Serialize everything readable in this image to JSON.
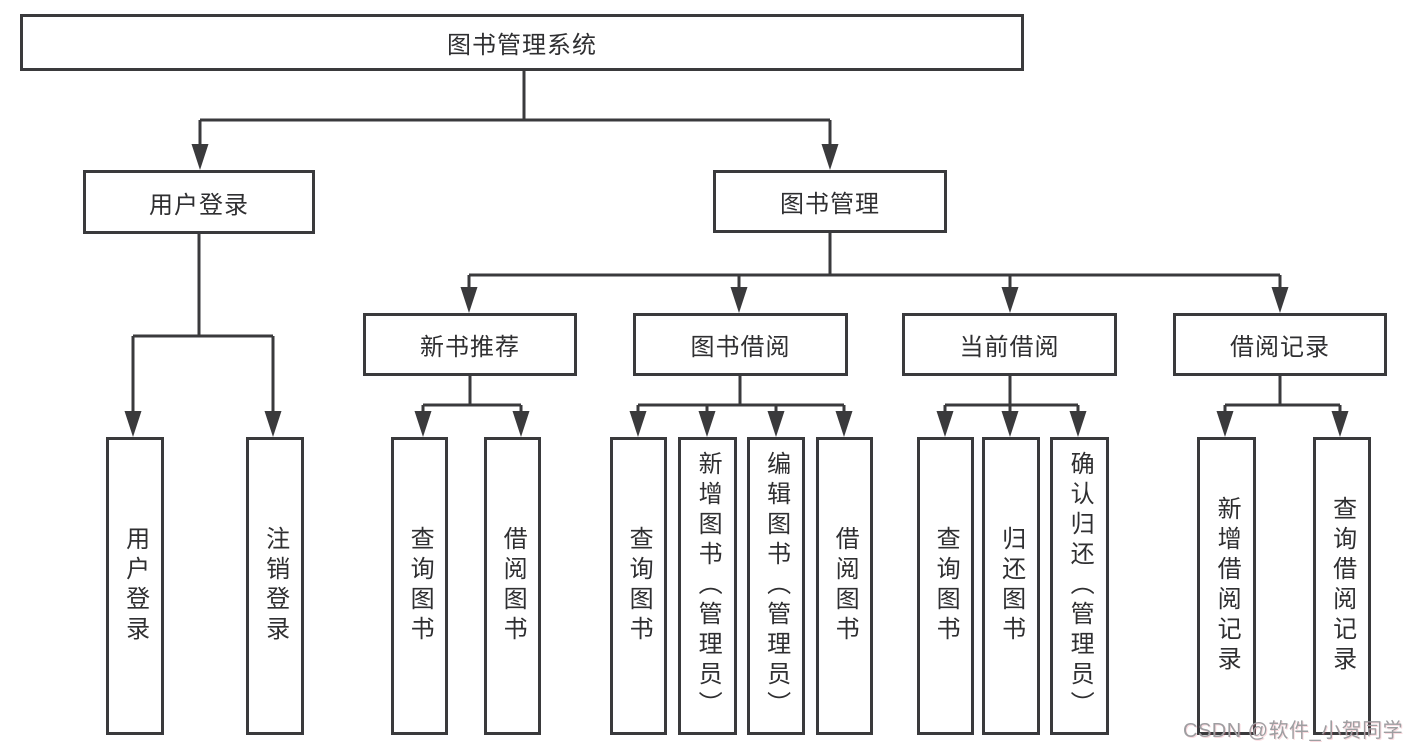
{
  "diagram": {
    "title_node": "图书管理系统",
    "level2": {
      "user_login": "用户登录",
      "book_management": "图书管理"
    },
    "level3": {
      "new_book_recommend": "新书推荐",
      "book_borrow": "图书借阅",
      "current_borrow": "当前借阅",
      "borrow_record": "借阅记录"
    },
    "leaves": {
      "user_login": [
        "用户登录",
        "注销登录"
      ],
      "new_book_recommend": [
        "查询图书",
        "借阅图书"
      ],
      "book_borrow": [
        "查询图书",
        "新增图书（管理员）",
        "编辑图书（管理员）",
        "借阅图书"
      ],
      "current_borrow": [
        "查询图书",
        "归还图书",
        "确认归还（管理员）"
      ],
      "borrow_record": [
        "新增借阅记录",
        "查询借阅记录"
      ]
    },
    "colors": {
      "line": "#3a3a3c",
      "text": "#2f2f31",
      "background": "#ffffff",
      "watermark": "#9e9ea1"
    }
  },
  "watermark": "CSDN @软件_小贺同学"
}
